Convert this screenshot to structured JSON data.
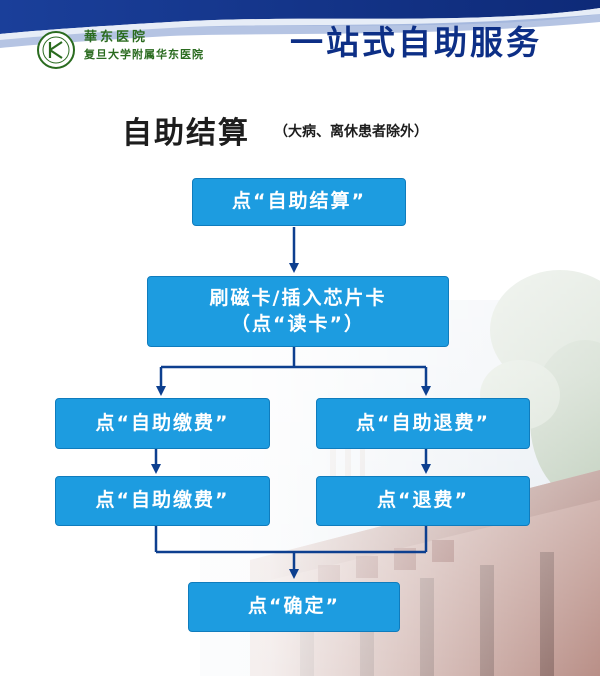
{
  "header": {
    "hospital_name": "華东医院",
    "hospital_subtitle": "复旦大学附属华东医院",
    "banner_title": "一站式自助服务"
  },
  "section": {
    "title": "自助结算",
    "note": "（大病、离休患者除外）"
  },
  "flow": {
    "step_start": "点“自助结算”",
    "step_card_line1": "刷磁卡/插入芯片卡",
    "step_card_line2": "（点“读卡”）",
    "left_step1": "点“自助缴费”",
    "left_step2": "点“自助缴费”",
    "right_step1": "点“自助退费”",
    "right_step2": "点“退费”",
    "step_confirm": "点“确定”"
  },
  "colors": {
    "box_fill": "#1d9ce0",
    "box_border": "#0f7cbd",
    "connector": "#0d3f8f",
    "banner_text": "#0d2f86",
    "logo_green": "#2a6b1f"
  }
}
